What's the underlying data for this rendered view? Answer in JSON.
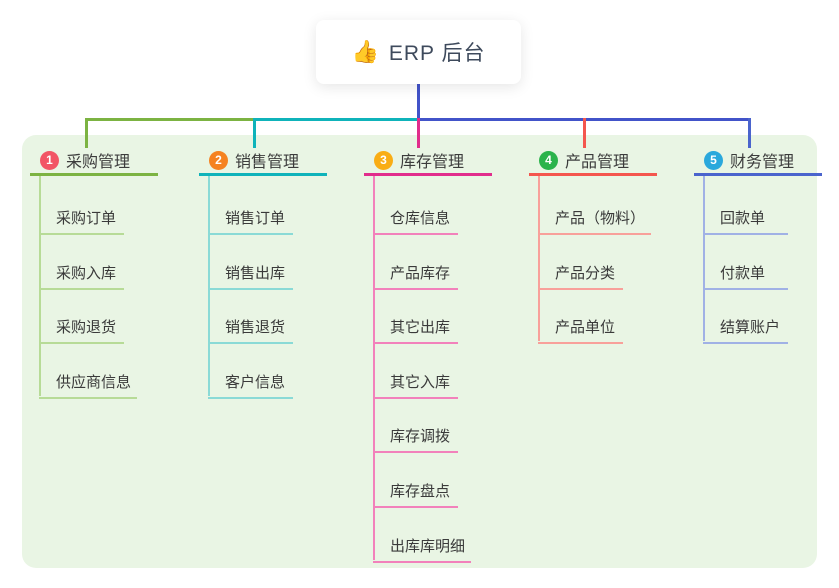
{
  "root": {
    "icon": "👍",
    "title": "ERP 后台"
  },
  "colors": {
    "panel_bg": "#e9f5e4",
    "root_line": "#4253c9"
  },
  "branches": [
    {
      "badge": "1",
      "badge_color": "#f25565",
      "label": "采购管理",
      "line_color": "#7cb342",
      "child_line_color": "#b7db97",
      "children": [
        "采购订单",
        "采购入库",
        "采购退货",
        "供应商信息"
      ]
    },
    {
      "badge": "2",
      "badge_color": "#f58220",
      "label": "销售管理",
      "line_color": "#0fb3ba",
      "child_line_color": "#8adad6",
      "children": [
        "销售订单",
        "销售出库",
        "销售退货",
        "客户信息"
      ]
    },
    {
      "badge": "3",
      "badge_color": "#e12d8c",
      "label": "库存管理",
      "line_color": "#e12d8c",
      "child_line_color": "#f281bb",
      "badge_color_override": "#f9ad14",
      "children": [
        "仓库信息",
        "产品库存",
        "其它出库",
        "其它入库",
        "库存调拨",
        "库存盘点",
        "出库库明细"
      ]
    },
    {
      "badge": "4",
      "badge_color": "#2bb34b",
      "label": "产品管理",
      "line_color": "#f4564e",
      "child_line_color": "#f8a09a",
      "children": [
        "产品（物料）",
        "产品分类",
        "产品单位"
      ]
    },
    {
      "badge": "5",
      "badge_color": "#2aa8dc",
      "label": "财务管理",
      "line_color": "#4a64cd",
      "child_line_color": "#a0b1e5",
      "children": [
        "回款单",
        "付款单",
        "结算账户"
      ]
    }
  ]
}
